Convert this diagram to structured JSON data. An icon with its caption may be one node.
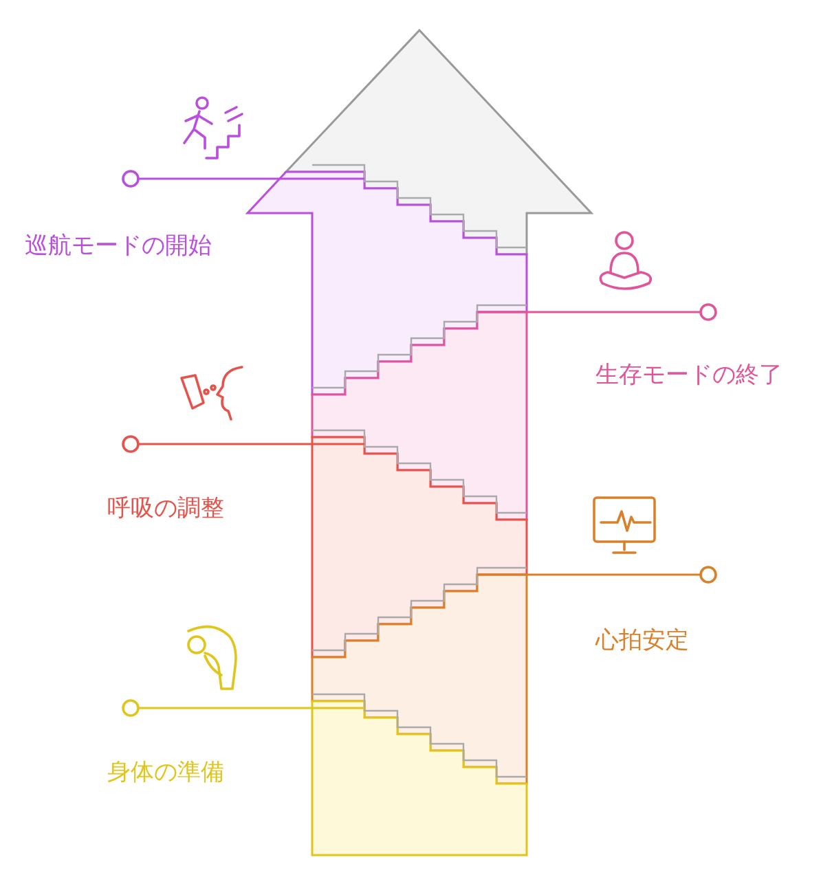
{
  "diagram": {
    "nodes": [
      {
        "text": [],
        "shape": "circle",
        "beside": [
          "巡航モードの開始"
        ]
      },
      {
        "text": [],
        "shape": "circle",
        "beside": [
          "生存モードの終了"
        ]
      },
      {
        "text": [],
        "shape": "circle",
        "beside": [
          "呼吸の調整"
        ]
      },
      {
        "text": [],
        "shape": "circle",
        "beside": [
          "心拍安定"
        ]
      },
      {
        "text": [],
        "shape": "circle",
        "beside": [
          "身体の準備"
        ]
      },
      {
        "text": [],
        "shape": "box"
      },
      {
        "text": [],
        "shape": "box"
      },
      {
        "text": [],
        "shape": "box"
      },
      {
        "text": [],
        "shape": "box"
      },
      {
        "text": [],
        "shape": "box"
      }
    ],
    "edges": [
      {
        "from": 0,
        "to": 5,
        "arrow": "none",
        "color": "#b94fdc"
      },
      {
        "from": 1,
        "to": 6,
        "arrow": "none",
        "color": "#e0559a"
      },
      {
        "from": 2,
        "to": 7,
        "arrow": "none",
        "color": "#e5534b"
      },
      {
        "from": 3,
        "to": 8,
        "arrow": "none",
        "color": "#d9802a"
      },
      {
        "from": 4,
        "to": 9,
        "arrow": "none",
        "color": "#e0c51a"
      }
    ]
  }
}
